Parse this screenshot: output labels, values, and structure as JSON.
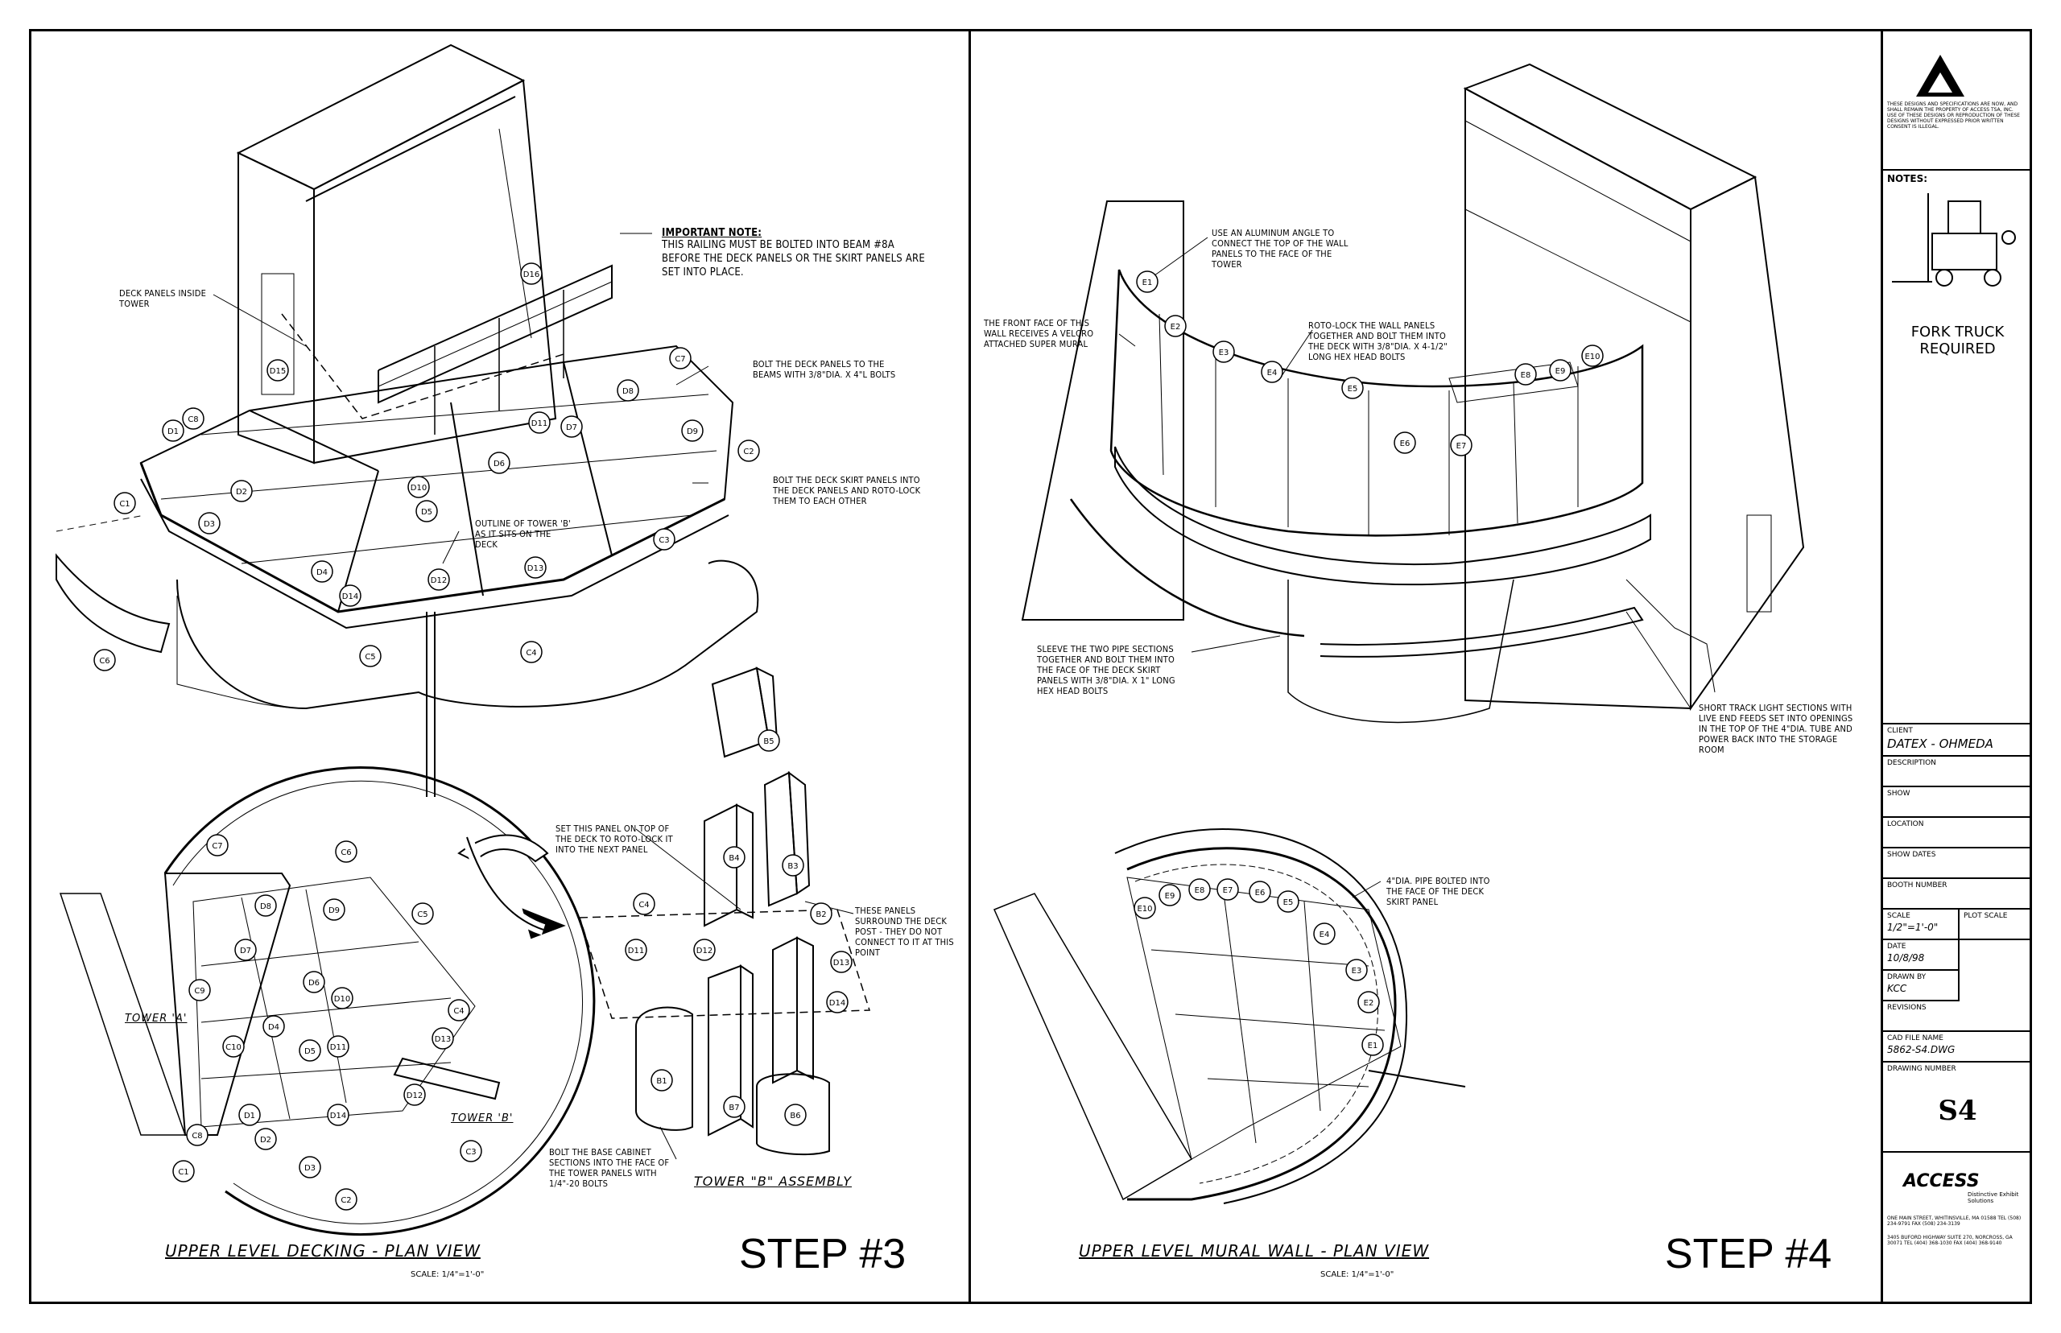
{
  "left_panel": {
    "important_note_title": "IMPORTANT NOTE:",
    "important_note_text": "THIS RAILING MUST BE BOLTED INTO BEAM #8A BEFORE THE DECK PANELS OR THE SKIRT PANELS ARE SET INTO PLACE.",
    "note_deck_inside_tower": "DECK PANELS INSIDE TOWER",
    "note_bolt_deck": "BOLT THE DECK PANELS TO THE BEAMS WITH 3/8\"DIA. X 4\"L BOLTS",
    "note_bolt_skirt": "BOLT THE DECK SKIRT PANELS INTO THE DECK PANELS AND ROTO-LOCK THEM TO EACH OTHER",
    "note_outline_tower": "OUTLINE OF TOWER 'B' AS IT SITS ON THE DECK",
    "note_set_panel": "SET THIS PANEL ON TOP OF THE DECK TO ROTO-LOCK IT INTO THE NEXT PANEL",
    "note_panels_surround": "THESE PANELS SURROUND THE DECK POST - THEY DO NOT CONNECT TO IT AT THIS POINT",
    "note_base_cabinet": "BOLT THE BASE CABINET SECTIONS INTO THE FACE OF THE TOWER PANELS WITH 1/4\"-20 BOLTS",
    "label_tower_a": "TOWER 'A'",
    "label_tower_b": "TOWER 'B'",
    "label_tower_b_assembly": "TOWER \"B\" ASSEMBLY",
    "title": "UPPER LEVEL DECKING - PLAN VIEW",
    "scale": "SCALE: 1/4\"=1'-0\"",
    "step": "STEP #3",
    "tags_iso": [
      "D1",
      "D2",
      "D3",
      "D4",
      "D5",
      "D6",
      "D7",
      "D8",
      "D9",
      "D10",
      "D11",
      "D12",
      "D13",
      "D14",
      "D15",
      "D16",
      "C1",
      "C2",
      "C3",
      "C4",
      "C5",
      "C6",
      "C7",
      "C8"
    ],
    "tags_plan": [
      "C1",
      "C2",
      "C3",
      "C4",
      "C5",
      "C6",
      "C7",
      "C8",
      "C9",
      "C10",
      "D1",
      "D2",
      "D3",
      "D4",
      "D5",
      "D6",
      "D7",
      "D8",
      "D9",
      "D10",
      "D11",
      "D12",
      "D13",
      "D14"
    ],
    "tags_assembly": [
      "B1",
      "B2",
      "B3",
      "B4",
      "B5",
      "B6",
      "B7",
      "C4",
      "D11",
      "D12",
      "D13",
      "D14"
    ]
  },
  "right_panel": {
    "note_aluminum": "USE AN ALUMINUM ANGLE TO CONNECT THE TOP OF THE WALL PANELS TO THE FACE OF THE TOWER",
    "note_front_face": "THE FRONT FACE OF THIS WALL RECEIVES A VELCRO ATTACHED SUPER MURAL",
    "note_rotolock": "ROTO-LOCK THE WALL PANELS TOGETHER AND BOLT THEM INTO THE DECK WITH 3/8\"DIA. X 4-1/2\" LONG HEX HEAD BOLTS",
    "note_sleeve": "SLEEVE THE TWO PIPE SECTIONS TOGETHER AND BOLT THEM INTO THE FACE OF THE DECK SKIRT PANELS WITH 3/8\"DIA. X 1\" LONG HEX HEAD BOLTS",
    "note_track": "SHORT TRACK LIGHT SECTIONS WITH LIVE END FEEDS SET INTO OPENINGS IN THE TOP OF THE 4\"DIA. TUBE AND POWER BACK INTO THE STORAGE ROOM",
    "note_pipe": "4\"DIA. PIPE BOLTED INTO THE FACE OF THE DECK SKIRT PANEL",
    "title": "UPPER LEVEL MURAL WALL - PLAN VIEW",
    "scale": "SCALE: 1/4\"=1'-0\"",
    "step": "STEP #4",
    "tags_iso": [
      "E1",
      "E2",
      "E3",
      "E4",
      "E5",
      "E6",
      "E7",
      "E8",
      "E9",
      "E10"
    ],
    "tags_plan": [
      "E1",
      "E2",
      "E3",
      "E4",
      "E5",
      "E6",
      "E7",
      "E8",
      "E9",
      "E10"
    ]
  },
  "title_block": {
    "disclaimer": "THESE DESIGNS AND SPECIFICATIONS ARE NOW, AND SHALL REMAIN THE PROPERTY OF ACCESS TSA, INC. USE OF THESE DESIGNS OR REPRODUCTION OF THESE DESIGNS WITHOUT EXPRESSED PRIOR WRITTEN CONSENT IS ILLEGAL.",
    "notes_label": "NOTES:",
    "fork_truck": "FORK TRUCK REQUIRED",
    "client_label": "CLIENT",
    "client_value": "DATEX - OHMEDA",
    "description_label": "DESCRIPTION",
    "show_label": "SHOW",
    "location_label": "LOCATION",
    "show_dates_label": "SHOW DATES",
    "booth_label": "BOOTH NUMBER",
    "scale_label": "SCALE",
    "scale_value": "1/2\"=1'-0\"",
    "plot_scale_label": "PLOT SCALE",
    "date_label": "DATE",
    "date_value": "10/8/98",
    "drawn_label": "DRAWN BY",
    "drawn_value": "KCC",
    "revisions_label": "REVISIONS",
    "cad_label": "CAD FILE NAME",
    "cad_value": "5862-S4.DWG",
    "drawing_number_label": "DRAWING NUMBER",
    "drawing_number": "S4",
    "company": "ACCESS",
    "tagline": "Distinctive Exhibit Solutions",
    "address1": "One Main Street, Whitinsville, MA 01588 TEL (508) 234-9791 FAX (508) 234-3139",
    "address2": "3405 Buford Highway Suite 270, Norcross, GA 30071 TEL (404) 368-1030 FAX (404) 368-9140"
  }
}
